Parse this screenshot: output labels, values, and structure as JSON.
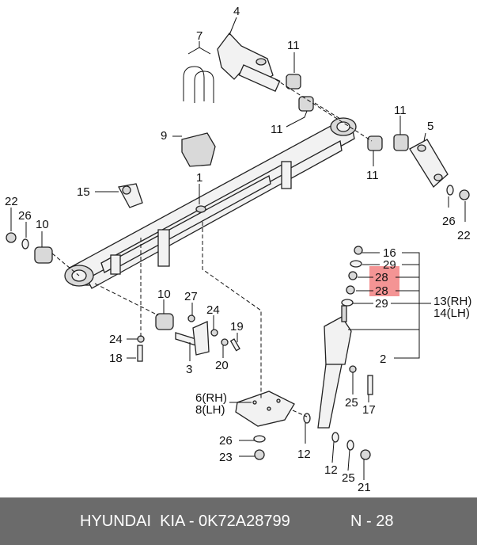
{
  "callouts": {
    "c4": "4",
    "c7": "7",
    "c11a": "11",
    "c11b": "11",
    "c11c": "11",
    "c11d": "11",
    "c5": "5",
    "c9": "9",
    "c1": "1",
    "c15": "15",
    "c22a": "22",
    "c26a": "26",
    "c10a": "10",
    "c26b": "26",
    "c22b": "22",
    "c16": "16",
    "c29a": "29",
    "c28a": "28",
    "c28b": "28",
    "c29b": "29",
    "c13": "13(RH)",
    "c14": "14(LH)",
    "c2": "2",
    "c10b": "10",
    "c27": "27",
    "c24a": "24",
    "c19": "19",
    "c24b": "24",
    "c18": "18",
    "c3": "3",
    "c20": "20",
    "c25a": "25",
    "c17": "17",
    "c6": "6(RH)",
    "c8": "8(LH)",
    "c26c": "26",
    "c23": "23",
    "c12a": "12",
    "c12b": "12",
    "c25b": "25",
    "c21": "21"
  },
  "highlight_color": "#f07070",
  "footer": {
    "left_text": "HYUNDAI  KIA - 0K72A28799",
    "right_text": "N - 28",
    "background_color": "#6b6b6b"
  }
}
